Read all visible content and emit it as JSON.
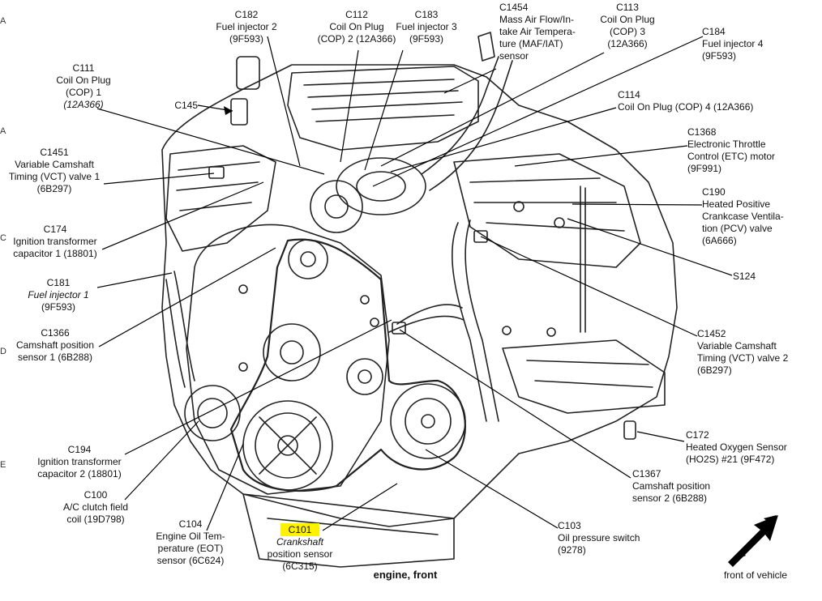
{
  "caption": "engine, front",
  "orientation_note": "front of vehicle",
  "highlight_color": "#fff200",
  "edge_marks": [
    "A",
    "A",
    "C",
    "D",
    "E"
  ],
  "callouts": [
    {
      "id": "c111",
      "lines": [
        "C111",
        "Coil On Plug",
        "(COP) 1",
        "(12A366)"
      ]
    },
    {
      "id": "c145",
      "lines": [
        "C145"
      ]
    },
    {
      "id": "c1451",
      "lines": [
        "C1451",
        "Variable Camshaft",
        "Timing (VCT) valve 1",
        "(6B297)"
      ]
    },
    {
      "id": "c174",
      "lines": [
        "C174",
        "Ignition transformer",
        "capacitor 1 (18801)"
      ]
    },
    {
      "id": "c181",
      "lines": [
        "C181",
        "Fuel injector 1",
        "(9F593)"
      ]
    },
    {
      "id": "c1366",
      "lines": [
        "C1366",
        "Camshaft position",
        "sensor 1 (6B288)"
      ]
    },
    {
      "id": "c194",
      "lines": [
        "C194",
        "Ignition transformer",
        "capacitor 2 (18801)"
      ]
    },
    {
      "id": "c100",
      "lines": [
        "C100",
        "A/C clutch field",
        "coil (19D798)"
      ]
    },
    {
      "id": "c104",
      "lines": [
        "C104",
        "Engine Oil Tem-",
        "perature (EOT)",
        "sensor (6C624)"
      ]
    },
    {
      "id": "c101",
      "lines": [
        "C101",
        "Crankshaft",
        "position sensor",
        "(6C315)"
      ]
    },
    {
      "id": "c182",
      "lines": [
        "C182",
        "Fuel injector 2",
        "(9F593)"
      ]
    },
    {
      "id": "c112",
      "lines": [
        "C112",
        "Coil On Plug",
        "(COP) 2 (12A366)"
      ]
    },
    {
      "id": "c183",
      "lines": [
        "C183",
        "Fuel injector 3",
        "(9F593)"
      ]
    },
    {
      "id": "c1454",
      "lines": [
        "C1454",
        "Mass Air Flow/In-",
        "take Air Tempera-",
        "ture (MAF/IAT)",
        "sensor"
      ]
    },
    {
      "id": "c113",
      "lines": [
        "C113",
        "Coil On Plug",
        "(COP) 3",
        "(12A366)"
      ]
    },
    {
      "id": "c184",
      "lines": [
        "C184",
        "Fuel injector 4",
        "(9F593)"
      ]
    },
    {
      "id": "c114",
      "lines": [
        "C114",
        "Coil On Plug (COP) 4 (12A366)"
      ]
    },
    {
      "id": "c1368",
      "lines": [
        "C1368",
        "Electronic Throttle",
        "Control (ETC) motor",
        "(9F991)"
      ]
    },
    {
      "id": "c190",
      "lines": [
        "C190",
        "Heated Positive",
        "Crankcase Ventila-",
        "tion (PCV) valve",
        "(6A666)"
      ]
    },
    {
      "id": "s124",
      "lines": [
        "S124"
      ]
    },
    {
      "id": "c1452",
      "lines": [
        "C1452",
        "Variable Camshaft",
        "Timing (VCT) valve 2",
        "(6B297)"
      ]
    },
    {
      "id": "c172",
      "lines": [
        "C172",
        "Heated Oxygen Sensor",
        "(HO2S) #21 (9F472)"
      ]
    },
    {
      "id": "c1367",
      "lines": [
        "C1367",
        "Camshaft position",
        "sensor 2 (6B288)"
      ]
    },
    {
      "id": "c103",
      "lines": [
        "C103",
        "Oil pressure switch",
        "(9278)"
      ]
    }
  ]
}
